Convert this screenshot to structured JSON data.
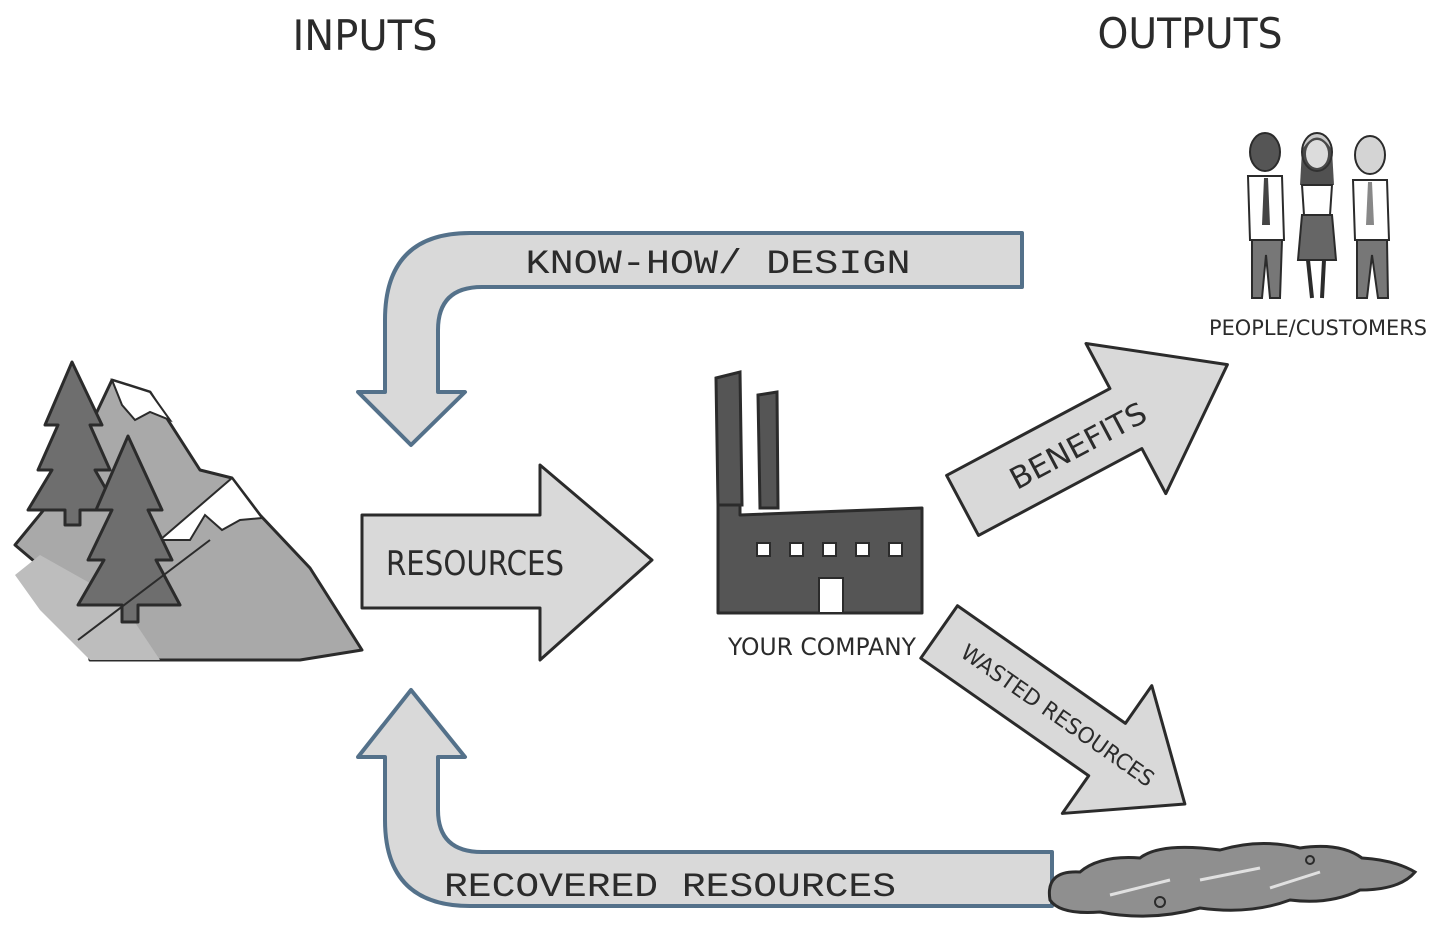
{
  "headers": {
    "inputs": "INPUTS",
    "outputs": "OUTPUTS"
  },
  "arrows": {
    "know_how": "KNOW-HOW/ DESIGN",
    "resources": "RESOURCES",
    "benefits": "BENEFITS",
    "wasted": "WASTED RESOURCES",
    "recovered": "RECOVERED RESOURCES"
  },
  "labels": {
    "company": "YOUR COMPANY",
    "people": "PEOPLE/CUSTOMERS"
  },
  "colors": {
    "arrow_fill": "#d9d9d9",
    "loop_stroke": "#54718a",
    "ink": "#2b2b2b",
    "factory": "#555555",
    "mountain_light": "#a9a9a9",
    "mountain_dark": "#8a8a8a",
    "tree": "#6e6e6e"
  }
}
